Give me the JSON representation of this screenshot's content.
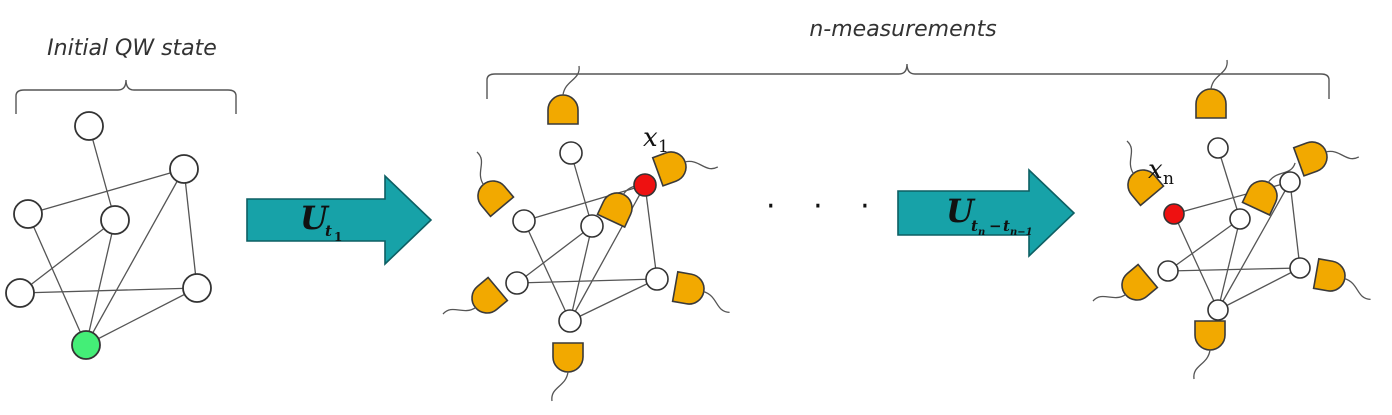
{
  "labels": {
    "initial_state": "Initial QW state",
    "measurements": "n-measurements",
    "ellipsis": "· · ·",
    "outcome_1_var": "x",
    "outcome_1_sub": "1",
    "outcome_n_var": "x",
    "outcome_n_sub": "n"
  },
  "operators": {
    "first": {
      "symbol": "U",
      "sub": "t",
      "subsub": "1"
    },
    "last": {
      "symbol": "U",
      "sub": "t",
      "subsub_a": "n",
      "minus": "−",
      "sub_b": "t",
      "subsub_b": "n−1"
    }
  },
  "colors": {
    "start_node": "#44ee77",
    "measured_node": "#ee1111",
    "node_fill": "#ffffff",
    "detector": "#f2a900",
    "arrow": "#17a2a8",
    "edge": "#555555"
  }
}
